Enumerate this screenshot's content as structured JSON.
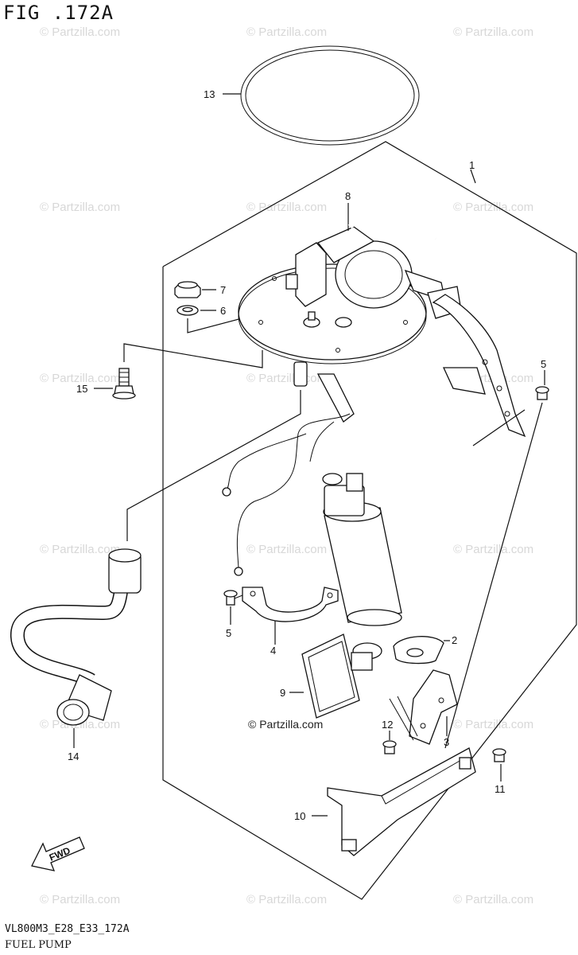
{
  "figure": {
    "title": "FIG .172A",
    "code": "VL800M3_E28_E33_172A",
    "subtitle": "FUEL PUMP"
  },
  "parts": {
    "p1": "1",
    "p2": "2",
    "p3": "3",
    "p4": "4",
    "p5a": "5",
    "p5b": "5",
    "p6": "6",
    "p7": "7",
    "p8": "8",
    "p9": "9",
    "p10": "10",
    "p11": "11",
    "p12": "12",
    "p13": "13",
    "p14": "14",
    "p15": "15"
  },
  "watermark": "© Partzilla.com",
  "center_watermark": "© Partzilla.com",
  "direction_label": "FWD"
}
